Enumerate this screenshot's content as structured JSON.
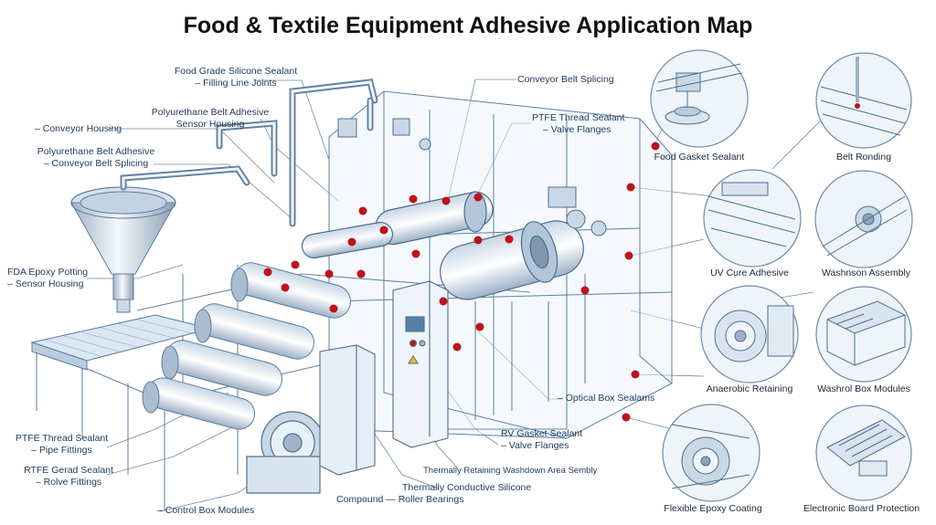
{
  "title": "Food & Textile Equipment Adhesive Application Map",
  "colors": {
    "accent_dot": "#c0121b",
    "line": "#3d6f9e",
    "fill": "#e6f0fa"
  },
  "labels": {
    "food_grade_silicone": {
      "line1": "Food Grade Silicone Sealant",
      "line2": "– Filling Line Joints"
    },
    "pu_belt_sensor": {
      "line1": "Polyurethane Belt Adhesive",
      "line2": "Sensor Housing"
    },
    "conveyor_housing": {
      "line1": "– Conveyor Housing"
    },
    "pu_belt_conveyor": {
      "line1": "Polyurethane Belt Adhesive",
      "line2": "– Conveyor Belt Splicing"
    },
    "fda_epoxy": {
      "line1": "FDA Epoxy Potting",
      "line2": "– Sensor Housing"
    },
    "ptfe_pipe": {
      "line1": "PTFE Thread Sealant",
      "line2": "– Pipe Fittings"
    },
    "rtfe_roller": {
      "line1": "RTFE Gerad Sealant",
      "line2": "– Rolve Fittings"
    },
    "control_box": {
      "line1": "– Control Box Modules"
    },
    "conveyor_belt_splicing": {
      "line1": "Conveyor Belt Splicing"
    },
    "ptfe_valve": {
      "line1": "PTFE Thread Sealant",
      "line2": "– Valve Flanges"
    },
    "optical_box": {
      "line1": "– Optical Box Sealams"
    },
    "rv_gasket": {
      "line1": "RV Gasket Sealant",
      "line2": "– Valve Flanges"
    },
    "thermal_washdown": {
      "line1": "Thermally Retaining  Washdown Area Sembly"
    },
    "thermal_roller": {
      "line1": "Thermally Conductive Silicone",
      "line2": "Compound — Roller Bearings"
    }
  },
  "panels": [
    {
      "caption": "Food Gasket Sealant"
    },
    {
      "caption": "Belt Ronding"
    },
    {
      "caption": "UV Cure Adhesive"
    },
    {
      "caption": "Washnson Assembly"
    },
    {
      "caption": "Anaerobic Retaining"
    },
    {
      "caption": "Washrol Box Modules"
    },
    {
      "caption": "Flexible Epoxy Coating"
    },
    {
      "caption": "Electronic Board Protection"
    }
  ]
}
